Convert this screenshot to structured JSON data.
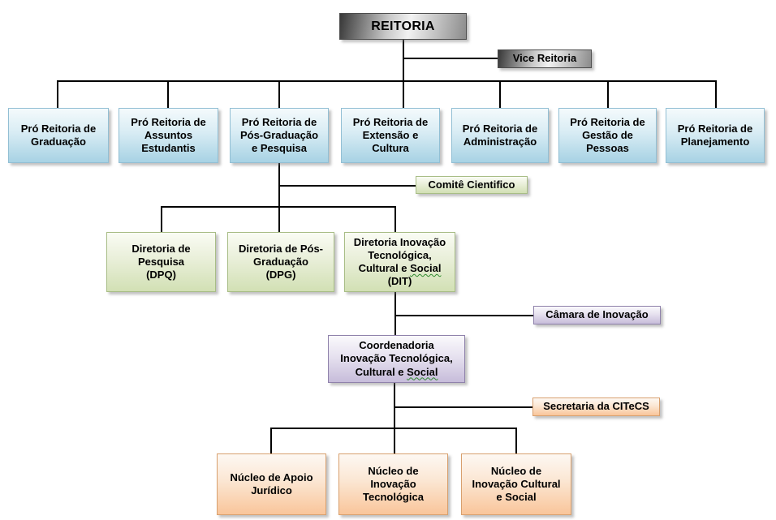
{
  "diagram_title": "REITORIA",
  "nodes": {
    "reitoria": {
      "label": "REITORIA"
    },
    "vice": {
      "label": "Vice Reitoria"
    },
    "pro_reitorias": [
      {
        "label": "Pró Reitoria de\nGraduação"
      },
      {
        "label": "Pró Reitoria de\nAssuntos\nEstudantis"
      },
      {
        "label": "Pró Reitoria de\nPós-Graduação\ne Pesquisa"
      },
      {
        "label": "Pró Reitoria de\nExtensão e\nCultura"
      },
      {
        "label": "Pró Reitoria de\nAdministração"
      },
      {
        "label": "Pró Reitoria de\nGestão de\nPessoas"
      },
      {
        "label": "Pró Reitoria de\nPlanejamento"
      }
    ],
    "comite": {
      "label": "Comitê Cientifico"
    },
    "diretorias": [
      {
        "label": "Diretoria de\nPesquisa\n(DPQ)"
      },
      {
        "label": "Diretoria de Pós-\nGraduação\n(DPG)"
      },
      {
        "line1": "Diretoria Inovação\nTecnológica,",
        "line2_prefix": "Cultural e ",
        "line2_social": "Social",
        "line3": "(DIT)"
      }
    ],
    "camara": {
      "label": "Câmara de Inovação"
    },
    "coordenadoria": {
      "line1": "Coordenadoria\nInovação Tecnológica,",
      "line2_prefix": "Cultural e ",
      "line2_social": "Social"
    },
    "secretaria": {
      "label": "Secretaria da CITeCS"
    },
    "nucleos": [
      {
        "label": "Núcleo de Apoio\nJurídico"
      },
      {
        "label": "Núcleo de\nInovação\nTecnológica"
      },
      {
        "label": "Núcleo de\nInovação Cultural\ne Social"
      }
    ]
  },
  "colors": {
    "line": "#000000",
    "metal_dark": "#383838",
    "metal_light": "#f2f2f2",
    "blue_fill": "#a7d2e4",
    "blue_border": "#92bfd4",
    "green_fill": "#d2e0b4",
    "green_border": "#a8bd86",
    "purple_fill": "#c7bcda",
    "purple_border": "#8f82ab",
    "orange_fill": "#f9c59a",
    "orange_border": "#d8a06e",
    "spellcheck_squiggle": "#2e8b2e",
    "text": "#000000",
    "background": "#ffffff"
  }
}
